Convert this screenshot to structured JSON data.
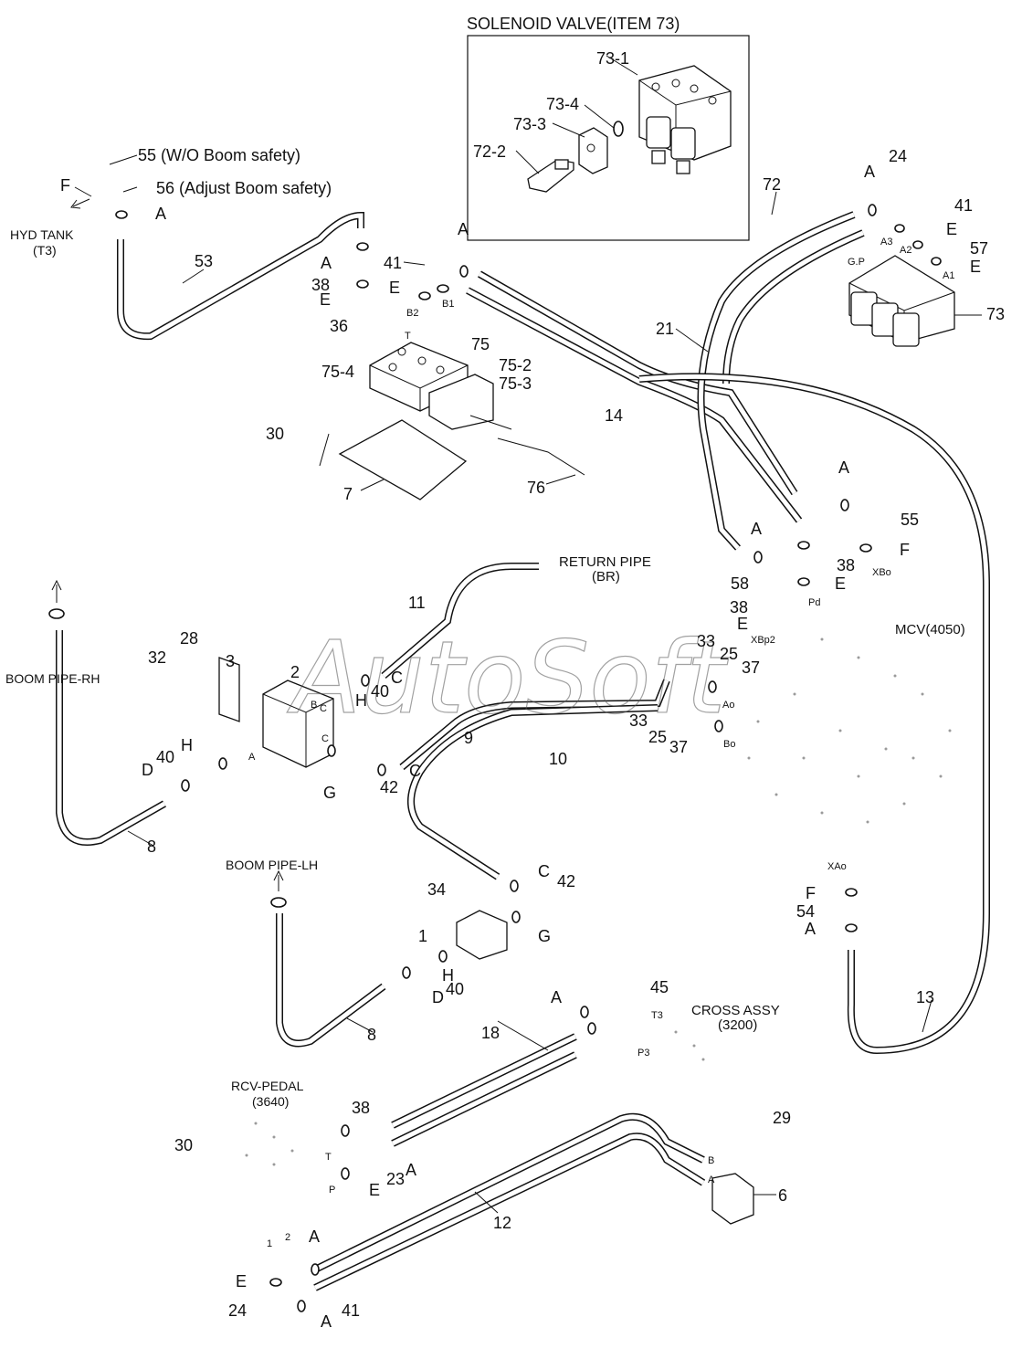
{
  "solenoid_box": {
    "title": "SOLENOID VALVE(ITEM 73)",
    "parts": [
      "73-1",
      "73-4",
      "73-3",
      "72-2"
    ]
  },
  "labels": {
    "hyd_tank": [
      "HYD TANK",
      "(T3)"
    ],
    "boom_pipe_rh": "BOOM PIPE-RH",
    "boom_pipe_lh": "BOOM PIPE-LH",
    "return_pipe": [
      "RETURN PIPE",
      "(BR)"
    ],
    "mcv": "MCV(4050)",
    "cross_assy": [
      "CROSS ASSY",
      "(3200)"
    ],
    "rcv_pedal": [
      "RCV-PEDAL",
      "(3640)"
    ],
    "fitting_55_note": "55 (W/O Boom safety)",
    "fitting_56_note": "56 (Adjust Boom safety)",
    "watermark": "AutoSoft"
  },
  "port_labels": [
    "T",
    "B2",
    "B1",
    "G.P",
    "A3",
    "A2",
    "A1",
    "XBo",
    "Pd",
    "XBp2",
    "Ao",
    "Bo",
    "XAo",
    "T3",
    "P3",
    "T",
    "P",
    "B",
    "A",
    "C",
    "B",
    "A",
    "C",
    "1",
    "2"
  ],
  "callouts": [
    "F",
    "A",
    "53",
    "A",
    "38",
    "E",
    "41",
    "E",
    "A",
    "36",
    "75",
    "75-2",
    "75-3",
    "75-4",
    "30",
    "7",
    "76",
    "14",
    "72",
    "24",
    "A",
    "41",
    "E",
    "57",
    "E",
    "73",
    "21",
    "A",
    "55",
    "A",
    "38",
    "F",
    "58",
    "E",
    "38",
    "E",
    "11",
    "33",
    "25",
    "37",
    "33",
    "25",
    "37",
    "2",
    "C",
    "40",
    "H",
    "9",
    "10",
    "28",
    "32",
    "3",
    "40",
    "H",
    "D",
    "G",
    "42",
    "C",
    "8",
    "34",
    "C",
    "42",
    "1",
    "G",
    "40",
    "H",
    "D",
    "8",
    "F",
    "54",
    "A",
    "13",
    "A",
    "45",
    "18",
    "38",
    "30",
    "23",
    "A",
    "E",
    "12",
    "29",
    "6",
    "A",
    "E",
    "24",
    "41",
    "A"
  ]
}
